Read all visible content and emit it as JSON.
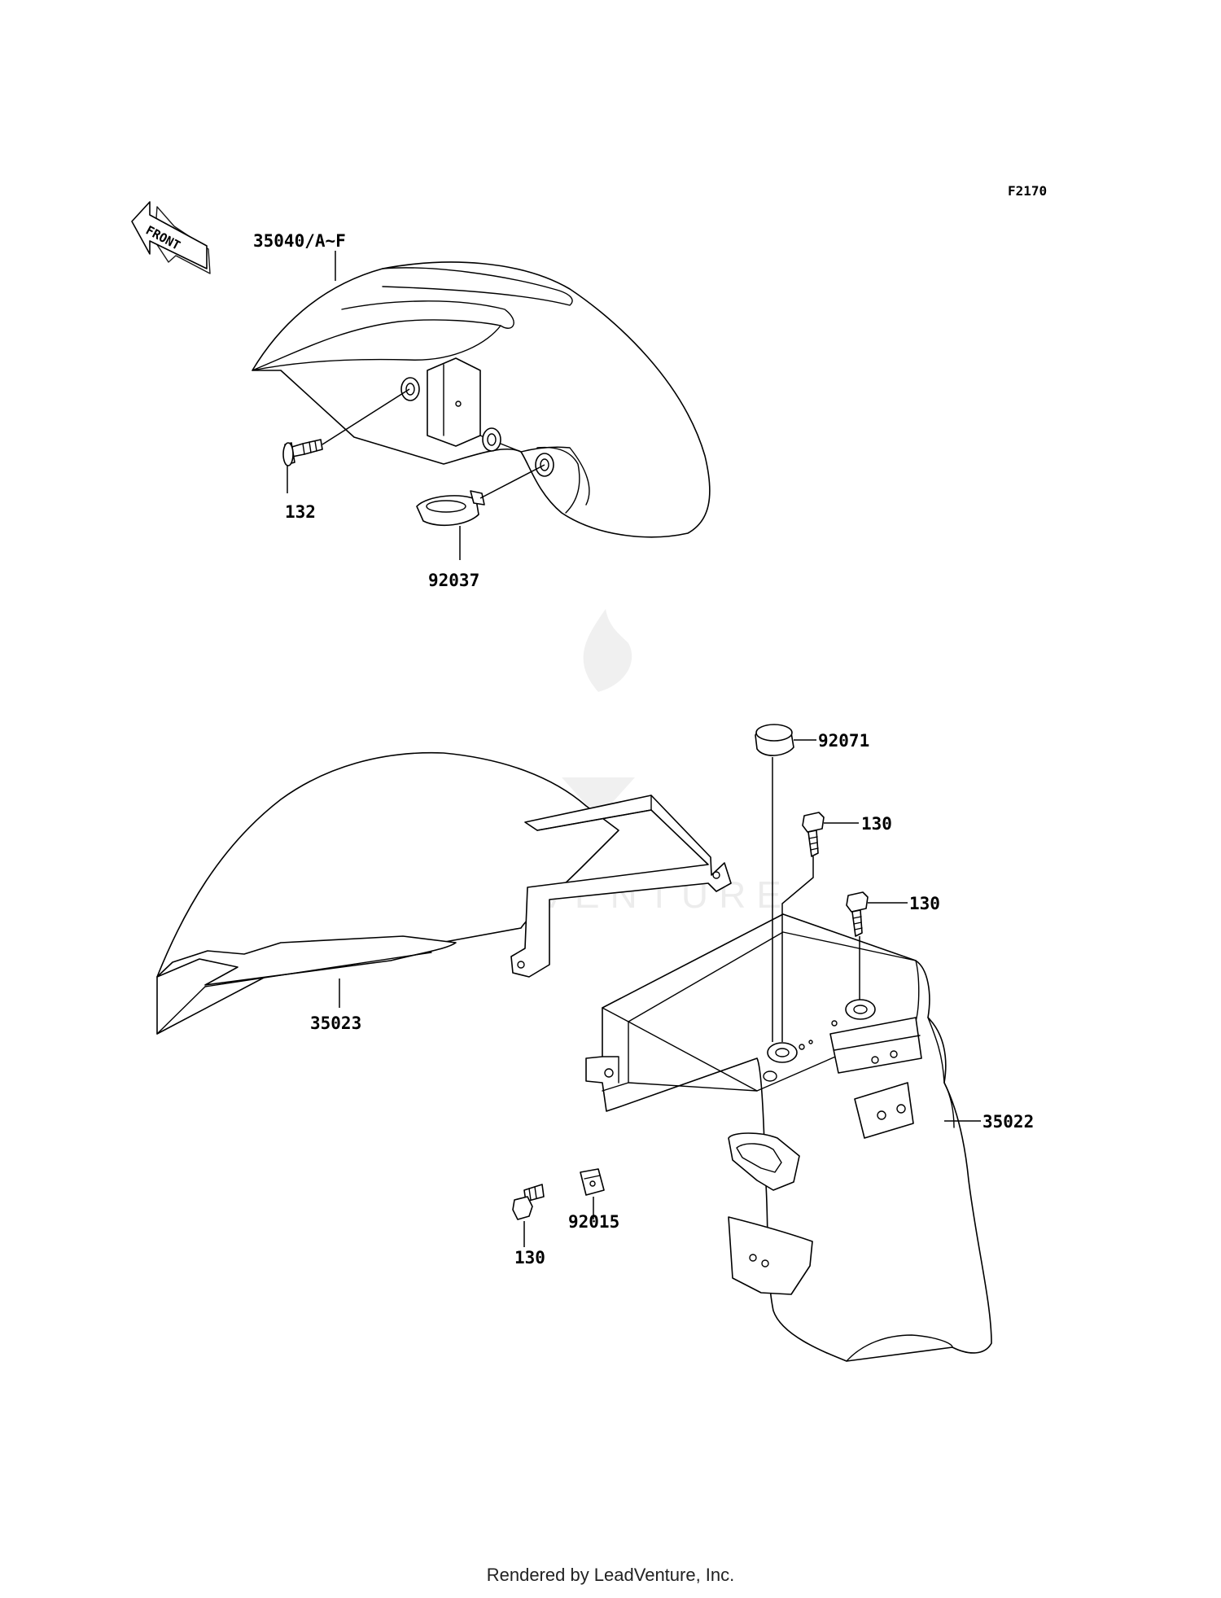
{
  "diagram": {
    "code": "F2170",
    "front_label": "FRONT",
    "watermark": "LEADVENTURE",
    "callouts": [
      {
        "id": "front-fender",
        "label": "35040/A~F"
      },
      {
        "id": "bolt-132",
        "label": "132"
      },
      {
        "id": "guide-92037",
        "label": "92037"
      },
      {
        "id": "cap-92071",
        "label": "92071"
      },
      {
        "id": "bolt-130-upper",
        "label": "130"
      },
      {
        "id": "bolt-130-middle",
        "label": "130"
      },
      {
        "id": "rear-fender-front",
        "label": "35023"
      },
      {
        "id": "rear-fender-rear",
        "label": "35022"
      },
      {
        "id": "nut-92015",
        "label": "92015"
      },
      {
        "id": "bolt-130-lower",
        "label": "130"
      }
    ]
  },
  "footer": {
    "text": "Rendered by LeadVenture, Inc."
  }
}
